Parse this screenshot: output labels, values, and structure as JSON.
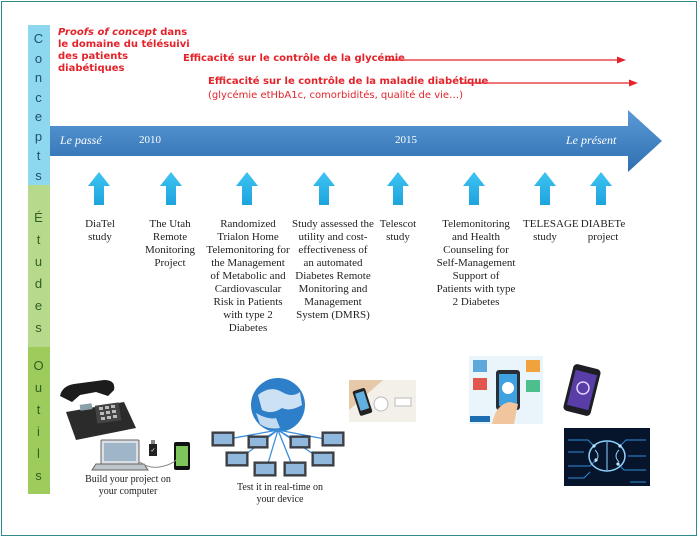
{
  "left_labels": {
    "concepts": [
      "C",
      "o",
      "n",
      "c",
      "e",
      "p",
      "t",
      "s"
    ],
    "etudes": [
      "É",
      "t",
      "u",
      "d",
      "e",
      "s"
    ],
    "outils": [
      "O",
      "u",
      "t",
      "i",
      "l",
      "s"
    ]
  },
  "concepts": {
    "poc_italic": "Proofs of concept",
    "poc_rest": " dans le domaine du télésuivi des patients diabétiques",
    "effic_glycemie": "Efficacité sur le contrôle de la glycémie",
    "effic_maladie": "Efficacité sur le contrôle de la maladie diabétique",
    "effic_maladie_detail": "(glycémie etHbA1c, comorbidités, qualité de vie…)"
  },
  "timeline": {
    "past": "Le passé",
    "year_2010": "2010",
    "year_2015": "2015",
    "present": "Le présent"
  },
  "studies": [
    "DiaTel study",
    "The Utah Remote Monitoring Project",
    "Randomized Trialon Home Telemonitoring for the Management of Metabolic and Cardiovascular Risk in Patients with type 2 Diabetes",
    "Study assessed the utility and cost-effectiveness of an automated Diabetes Remote Monitoring and Management System (DMRS)",
    "Telescot study",
    "Telemonitoring and Health Counseling for Self-Management Support of Patients with type 2 Diabetes",
    "TELESAGE study",
    "DIABETe project"
  ],
  "tools": {
    "caption_build": "Build your project on your computer",
    "caption_test": "Test it  in real-time on your device"
  },
  "colors": {
    "arrow_blue": "#3f86c8",
    "up_arrow": "#29b5ea",
    "red": "#e3232a"
  }
}
